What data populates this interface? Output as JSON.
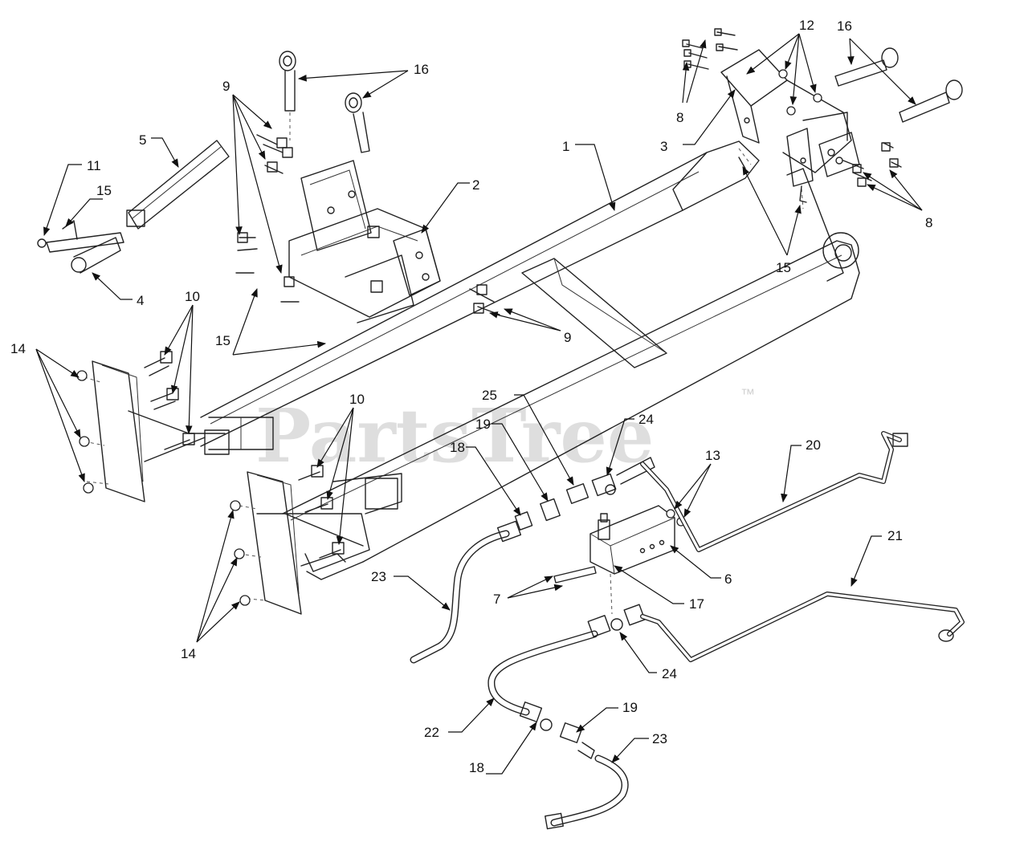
{
  "watermark": {
    "text": "PartsTree",
    "trademark": "™"
  },
  "callouts": [
    {
      "id": "c-1",
      "label": "1"
    },
    {
      "id": "c-2",
      "label": "2"
    },
    {
      "id": "c-3",
      "label": "3"
    },
    {
      "id": "c-4",
      "label": "4"
    },
    {
      "id": "c-5",
      "label": "5"
    },
    {
      "id": "c-6",
      "label": "6"
    },
    {
      "id": "c-7",
      "label": "7"
    },
    {
      "id": "c-8a",
      "label": "8"
    },
    {
      "id": "c-8b",
      "label": "8"
    },
    {
      "id": "c-9a",
      "label": "9"
    },
    {
      "id": "c-9b",
      "label": "9"
    },
    {
      "id": "c-10a",
      "label": "10"
    },
    {
      "id": "c-10b",
      "label": "10"
    },
    {
      "id": "c-11",
      "label": "11"
    },
    {
      "id": "c-12",
      "label": "12"
    },
    {
      "id": "c-13",
      "label": "13"
    },
    {
      "id": "c-14a",
      "label": "14"
    },
    {
      "id": "c-14b",
      "label": "14"
    },
    {
      "id": "c-15a",
      "label": "15"
    },
    {
      "id": "c-15b",
      "label": "15"
    },
    {
      "id": "c-15c",
      "label": "15"
    },
    {
      "id": "c-16a",
      "label": "16"
    },
    {
      "id": "c-16b",
      "label": "16"
    },
    {
      "id": "c-17",
      "label": "17"
    },
    {
      "id": "c-18a",
      "label": "18"
    },
    {
      "id": "c-18b",
      "label": "18"
    },
    {
      "id": "c-19a",
      "label": "19"
    },
    {
      "id": "c-19b",
      "label": "19"
    },
    {
      "id": "c-20",
      "label": "20"
    },
    {
      "id": "c-21",
      "label": "21"
    },
    {
      "id": "c-22",
      "label": "22"
    },
    {
      "id": "c-23a",
      "label": "23"
    },
    {
      "id": "c-23b",
      "label": "23"
    },
    {
      "id": "c-24a",
      "label": "24"
    },
    {
      "id": "c-24b",
      "label": "24"
    },
    {
      "id": "c-25",
      "label": "25"
    }
  ]
}
